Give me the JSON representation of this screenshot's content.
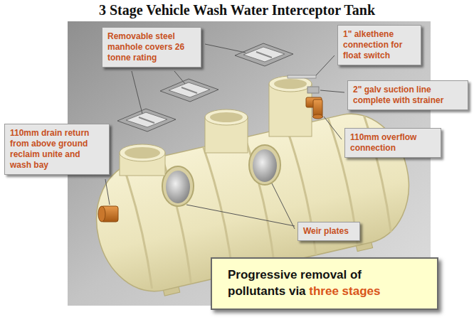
{
  "diagram": {
    "title": "3 Stage Vehicle Wash Water Interceptor Tank",
    "nodes": [
      {
        "text": [
          "Removable steel manhole covers 26 tonne rating"
        ]
      },
      {
        "text": [
          "1\" alkethene connection for float switch"
        ]
      },
      {
        "text": [
          "2\" galv suction line complete with strainer"
        ]
      },
      {
        "text": [
          "110mm drain return from above ground reclaim unite and wash bay"
        ]
      },
      {
        "text": [
          "110mm overflow connection"
        ]
      },
      {
        "text": [
          "Weir plates"
        ]
      },
      {
        "text": [
          "Progressive removal of pollutants via",
          "three stages"
        ]
      }
    ]
  }
}
